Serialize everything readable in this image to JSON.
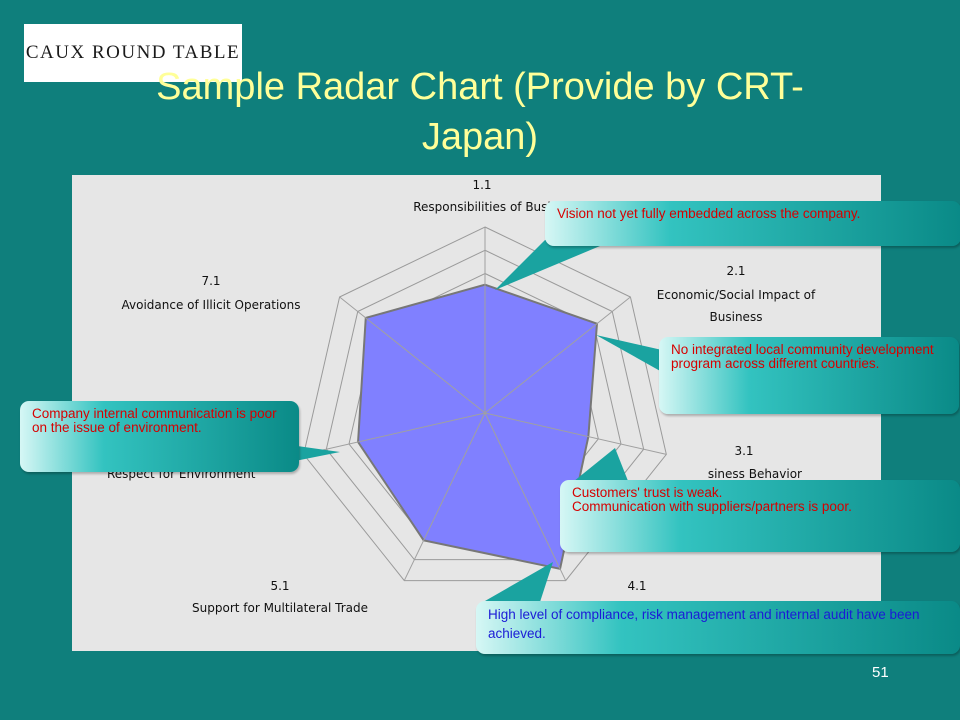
{
  "logo": {
    "text": "CAUX ROUND TABLE"
  },
  "slide": {
    "title_line1": "Sample Radar Chart (Provide by CRT-",
    "title_line2": "Japan)",
    "page_number": "51"
  },
  "colors": {
    "background": "#0f7f7c",
    "title": "#ffff99",
    "fill": "#8080ff",
    "callout_red": "#d60000",
    "callout_blue": "#1b1bd6"
  },
  "chart_data": {
    "type": "radar",
    "rings": 8,
    "axes": [
      {
        "num": "1.1",
        "label": "Responsibilities of Busi"
      },
      {
        "num": "2.1",
        "label": "Economic/Social Impact of",
        "label2": "Business"
      },
      {
        "num": "3.1",
        "label": "siness Behavior"
      },
      {
        "num": "4.1",
        "label": ""
      },
      {
        "num": "5.1",
        "label": "Support for Multilateral Trade"
      },
      {
        "num": "",
        "label": "Respect for Environment"
      },
      {
        "num": "7.1",
        "label": "Avoidance of Illicit Operations"
      }
    ],
    "series_values": [
      0.69,
      0.77,
      0.57,
      0.93,
      0.76,
      0.7,
      0.82
    ]
  },
  "callouts": {
    "vision": "Vision not yet fully embedded across the company.",
    "community": "No integrated local community development program across different countries.",
    "environment": "Company internal communication is poor on the issue of environment.",
    "customers_line1": "Customers' trust is weak.",
    "customers_line2": "Communication with suppliers/partners is poor.",
    "compliance": "High level of compliance, risk management and internal audit have been achieved."
  }
}
